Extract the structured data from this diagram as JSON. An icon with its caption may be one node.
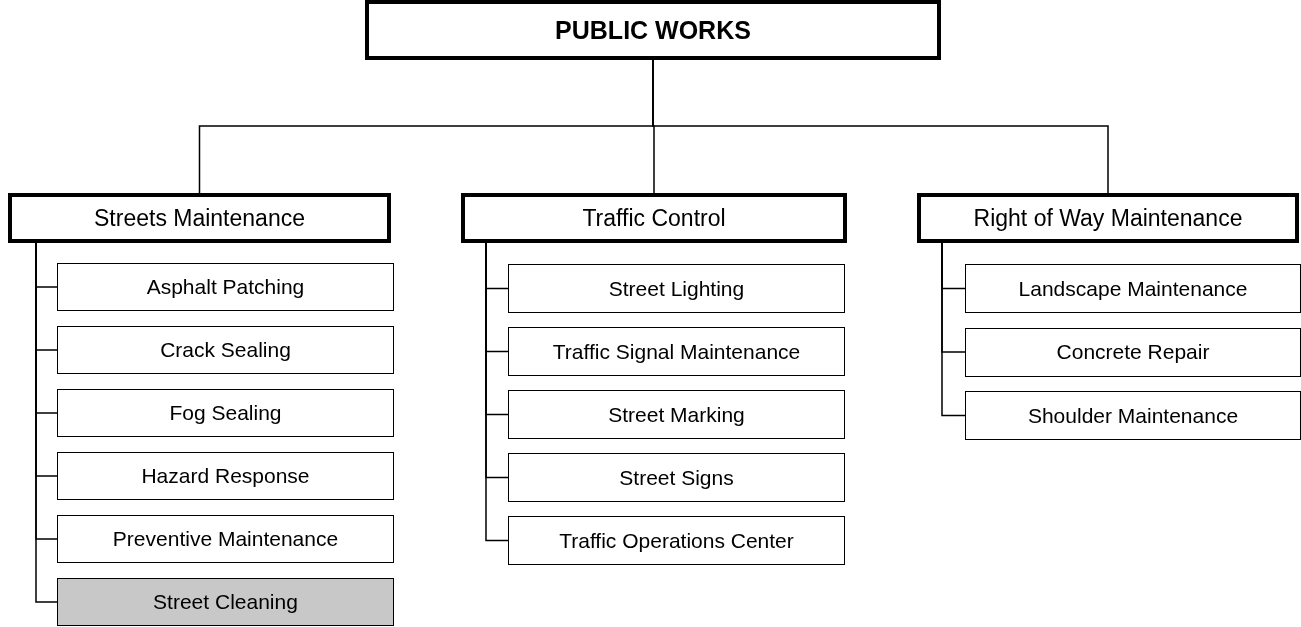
{
  "diagram": {
    "nodes": [
      {
        "text": [
          "PUBLIC WORKS"
        ]
      },
      {
        "text": [
          "Streets Maintenance"
        ]
      },
      {
        "text": [
          "Traffic Control"
        ]
      },
      {
        "text": [
          "Right of Way Maintenance"
        ]
      },
      {
        "text": [
          "Asphalt Patching"
        ]
      },
      {
        "text": [
          "Crack Sealing"
        ]
      },
      {
        "text": [
          "Fog Sealing"
        ]
      },
      {
        "text": [
          "Hazard Response"
        ]
      },
      {
        "text": [
          "Preventive Maintenance"
        ]
      },
      {
        "text": [
          "Street Cleaning"
        ]
      },
      {
        "text": [
          "Street Lighting"
        ]
      },
      {
        "text": [
          "Traffic Signal Maintenance"
        ]
      },
      {
        "text": [
          "Street Marking"
        ]
      },
      {
        "text": [
          "Street Signs"
        ]
      },
      {
        "text": [
          "Traffic Operations Center"
        ]
      },
      {
        "text": [
          "Landscape Maintenance"
        ]
      },
      {
        "text": [
          "Concrete Repair"
        ]
      },
      {
        "text": [
          "Shoulder Maintenance"
        ]
      }
    ],
    "edges": [
      {
        "from": 0,
        "to": 1,
        "arrow": "none"
      },
      {
        "from": 0,
        "to": 2,
        "arrow": "none"
      },
      {
        "from": 0,
        "to": 3,
        "arrow": "none"
      },
      {
        "from": 1,
        "to": 4,
        "arrow": "none"
      },
      {
        "from": 1,
        "to": 5,
        "arrow": "none"
      },
      {
        "from": 1,
        "to": 6,
        "arrow": "none"
      },
      {
        "from": 1,
        "to": 7,
        "arrow": "none"
      },
      {
        "from": 1,
        "to": 8,
        "arrow": "none"
      },
      {
        "from": 1,
        "to": 9,
        "arrow": "none"
      },
      {
        "from": 2,
        "to": 10,
        "arrow": "none"
      },
      {
        "from": 2,
        "to": 11,
        "arrow": "none"
      },
      {
        "from": 2,
        "to": 12,
        "arrow": "none"
      },
      {
        "from": 2,
        "to": 13,
        "arrow": "none"
      },
      {
        "from": 2,
        "to": 14,
        "arrow": "none"
      },
      {
        "from": 3,
        "to": 15,
        "arrow": "none"
      },
      {
        "from": 3,
        "to": 16,
        "arrow": "none"
      },
      {
        "from": 3,
        "to": 17,
        "arrow": "none"
      }
    ]
  }
}
